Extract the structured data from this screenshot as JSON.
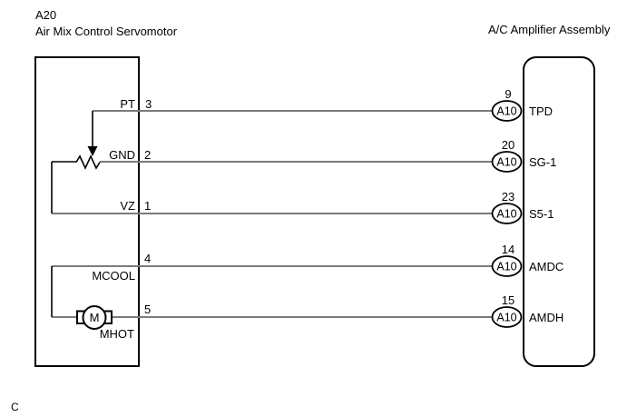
{
  "page": {
    "footer_label": "C"
  },
  "left_component": {
    "code": "A20",
    "name": "Air Mix Control Servomotor",
    "pins": [
      {
        "label": "PT",
        "number": "3"
      },
      {
        "label": "GND",
        "number": "2"
      },
      {
        "label": "VZ",
        "number": "1"
      },
      {
        "label": "MCOOL",
        "number": "4"
      },
      {
        "label": "MHOT",
        "number": "5"
      }
    ]
  },
  "right_component": {
    "name": "A/C Amplifier Assembly",
    "pins": [
      {
        "connector": "A10",
        "number": "9",
        "label": "TPD"
      },
      {
        "connector": "A10",
        "number": "20",
        "label": "SG-1"
      },
      {
        "connector": "A10",
        "number": "23",
        "label": "S5-1"
      },
      {
        "connector": "A10",
        "number": "14",
        "label": "AMDC"
      },
      {
        "connector": "A10",
        "number": "15",
        "label": "AMDH"
      }
    ]
  },
  "symbols": {
    "motor": "M"
  },
  "colors": {
    "wire": "#7b7b7b",
    "line": "#000000",
    "background": "#ffffff"
  }
}
